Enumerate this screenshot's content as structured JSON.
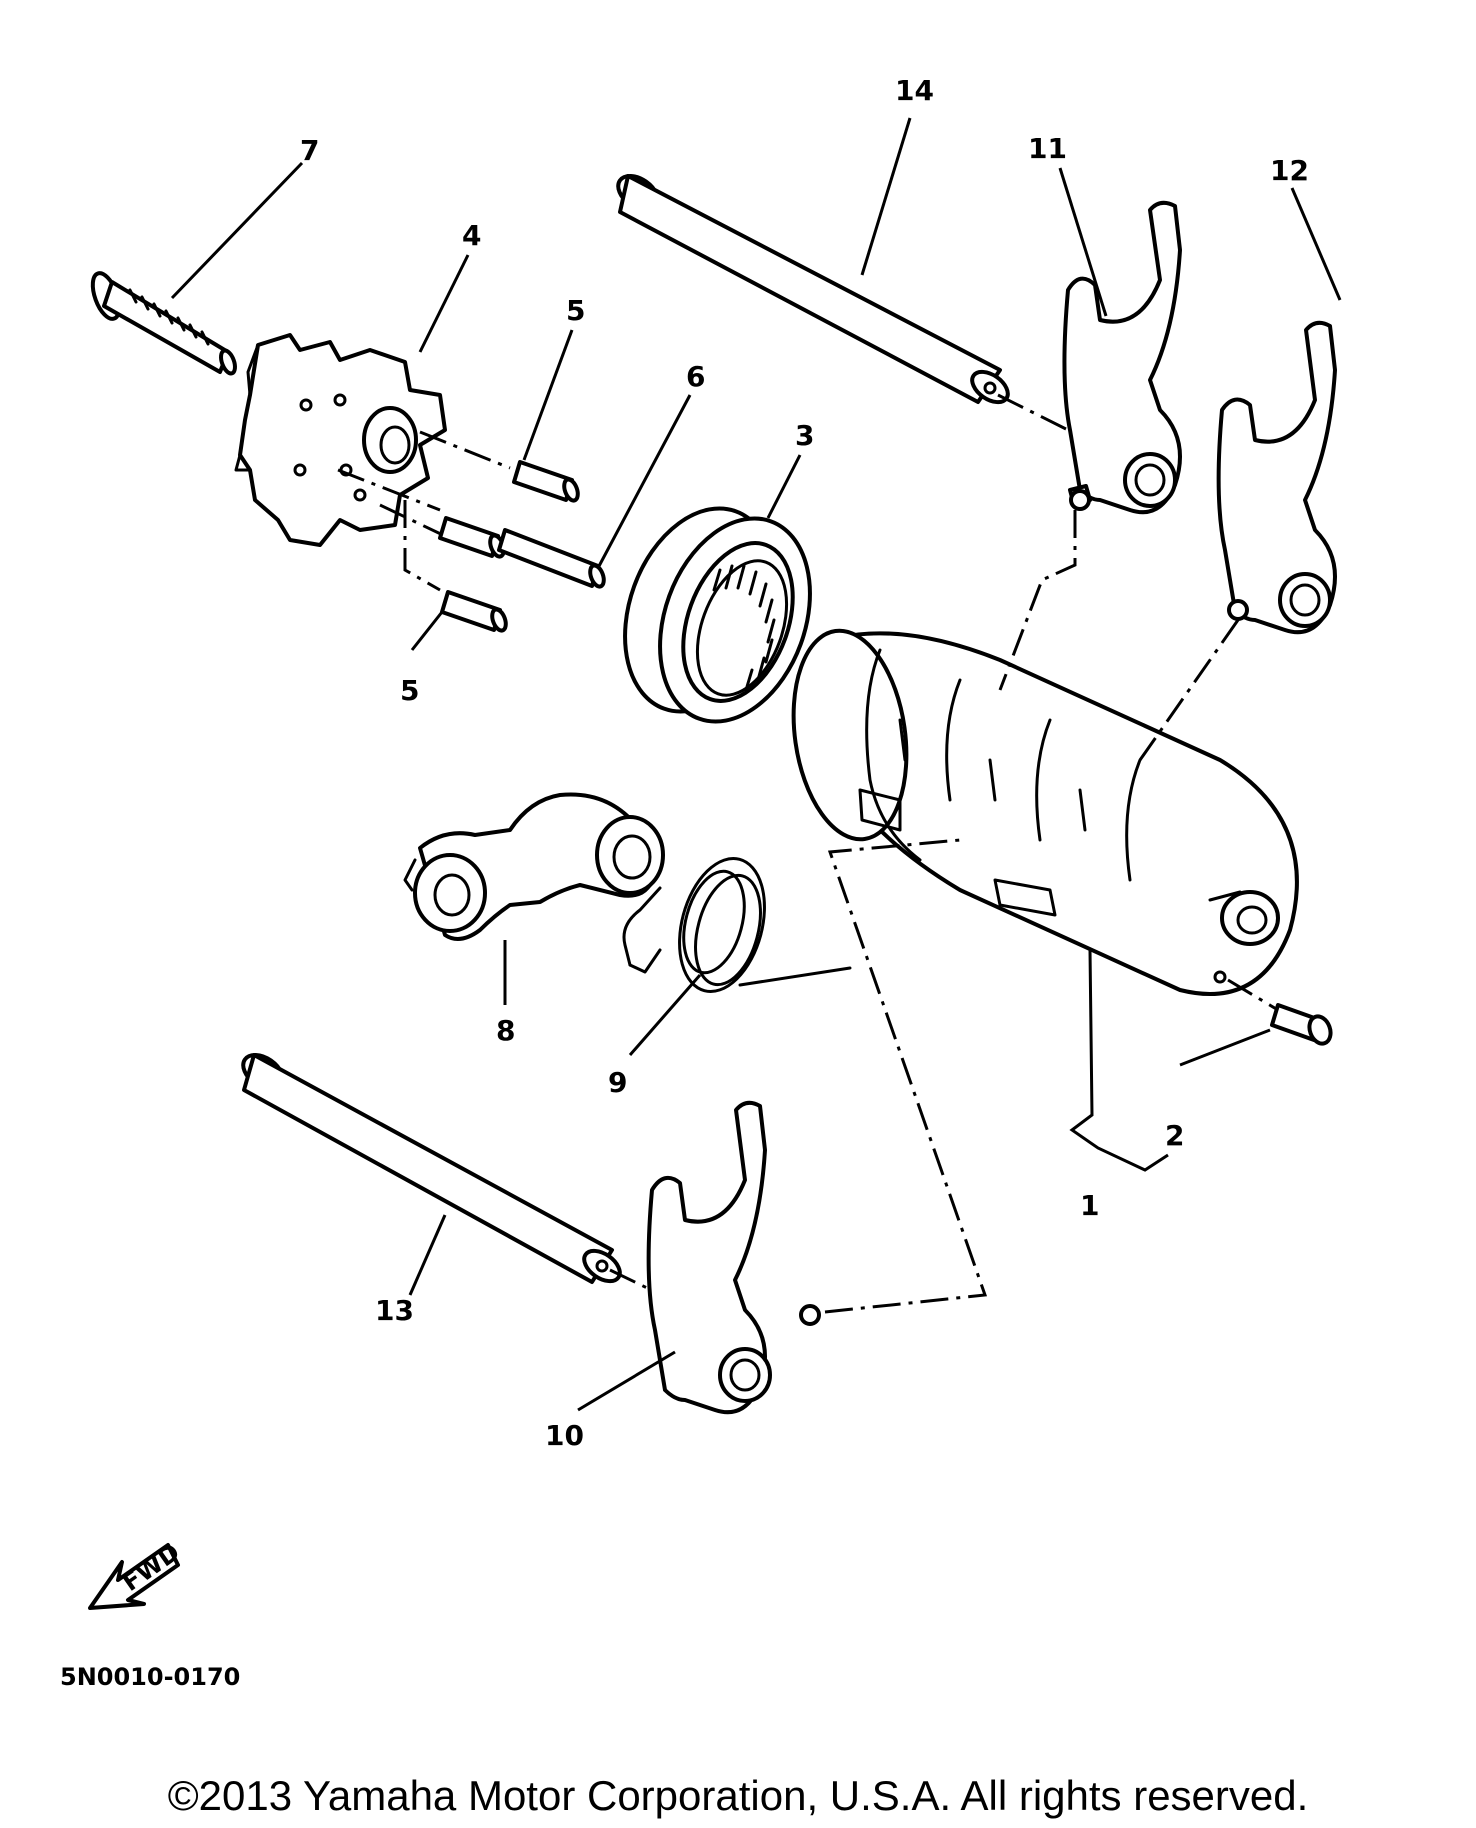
{
  "callouts": {
    "c1": "1",
    "c2": "2",
    "c3": "3",
    "c4": "4",
    "c5a": "5",
    "c5b": "5",
    "c6": "6",
    "c7": "7",
    "c8": "8",
    "c9": "9",
    "c10": "10",
    "c11": "11",
    "c12": "12",
    "c13": "13",
    "c14": "14"
  },
  "fwd_label": "FWD",
  "diagram_code": "5N0010-0170",
  "copyright": "©2013 Yamaha Motor Corporation, U.S.A. All rights reserved.",
  "colors": {
    "line": "#000000",
    "background": "#ffffff"
  },
  "icons": {
    "fwd_arrow": "fwd-arrow-icon"
  }
}
